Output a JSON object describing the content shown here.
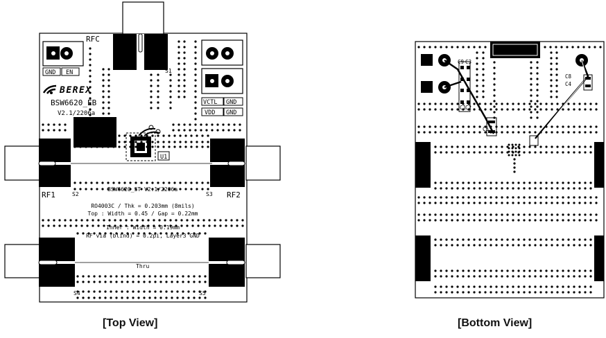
{
  "captions": {
    "top": "[Top View]",
    "bottom": "[Bottom View]"
  },
  "top_view": {
    "pads": {
      "rfc": "RFC",
      "rf1": "RF1",
      "rf2": "RF2",
      "gnd": "GND",
      "en": "EN",
      "vctl": "VCTL",
      "gnd2": "GND",
      "vdd": "VDD",
      "gnd3": "GND"
    },
    "logo": "BEREX",
    "board_name": "BSW6620_EB",
    "board_version": "V2.1/2206a",
    "ic_label": "U1",
    "substrate_label": "BSW6620_ST V2.1/2206a",
    "spec_lines": [
      "RO4003C / Thk = 0.203mm (8mils)",
      "Top : Width = 0.45 / Gap = 0.22mm",
      "Inner : Width = 0.19mm",
      "RF via (blind) = 0.2pi, Layer3 GND"
    ],
    "thru_label": "Thru",
    "switch_labels": {
      "s1": "S1",
      "s2": "S2",
      "s3": "S3",
      "s4": "S4",
      "s5": "S5"
    }
  },
  "bottom_view": {
    "components": {
      "c9": "C9",
      "c3": "C3",
      "c1": "C1",
      "c2": "C2",
      "c4": "C4",
      "c8": "C8",
      "c5": "C5"
    }
  }
}
